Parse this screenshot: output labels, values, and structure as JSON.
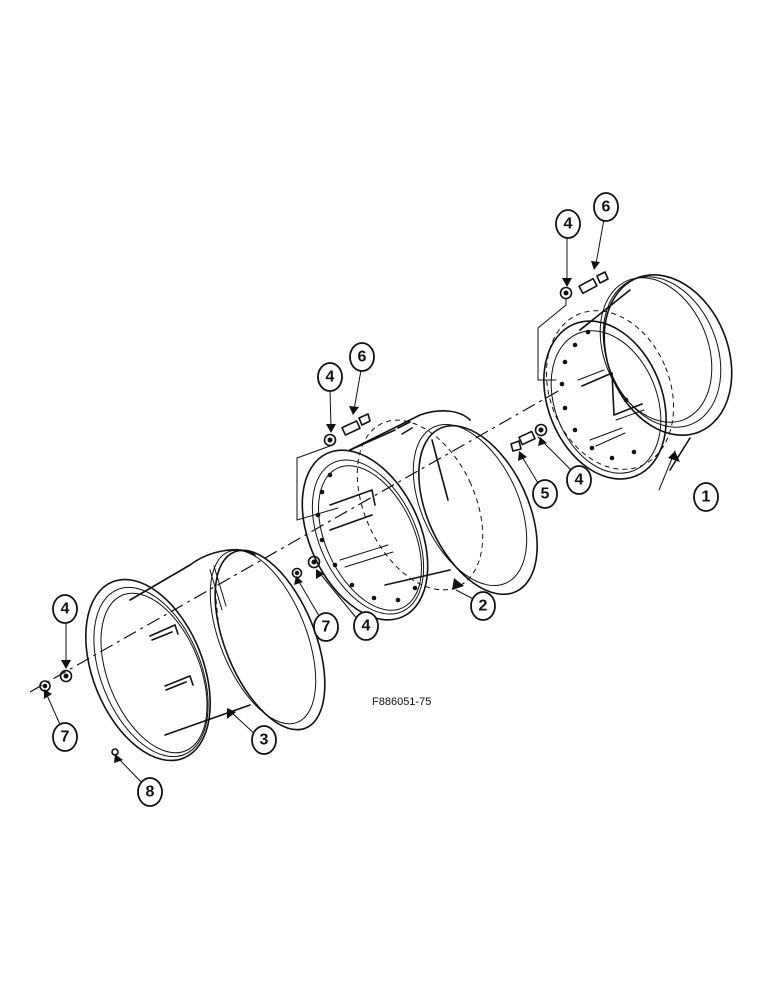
{
  "figure_code": "F886051-75",
  "callouts": [
    {
      "label": "1"
    },
    {
      "label": "2"
    },
    {
      "label": "3"
    },
    {
      "label": "4"
    },
    {
      "label": "4"
    },
    {
      "label": "4"
    },
    {
      "label": "4"
    },
    {
      "label": "4"
    },
    {
      "label": "5"
    },
    {
      "label": "6"
    },
    {
      "label": "6"
    },
    {
      "label": "7"
    },
    {
      "label": "7"
    },
    {
      "label": "8"
    }
  ]
}
